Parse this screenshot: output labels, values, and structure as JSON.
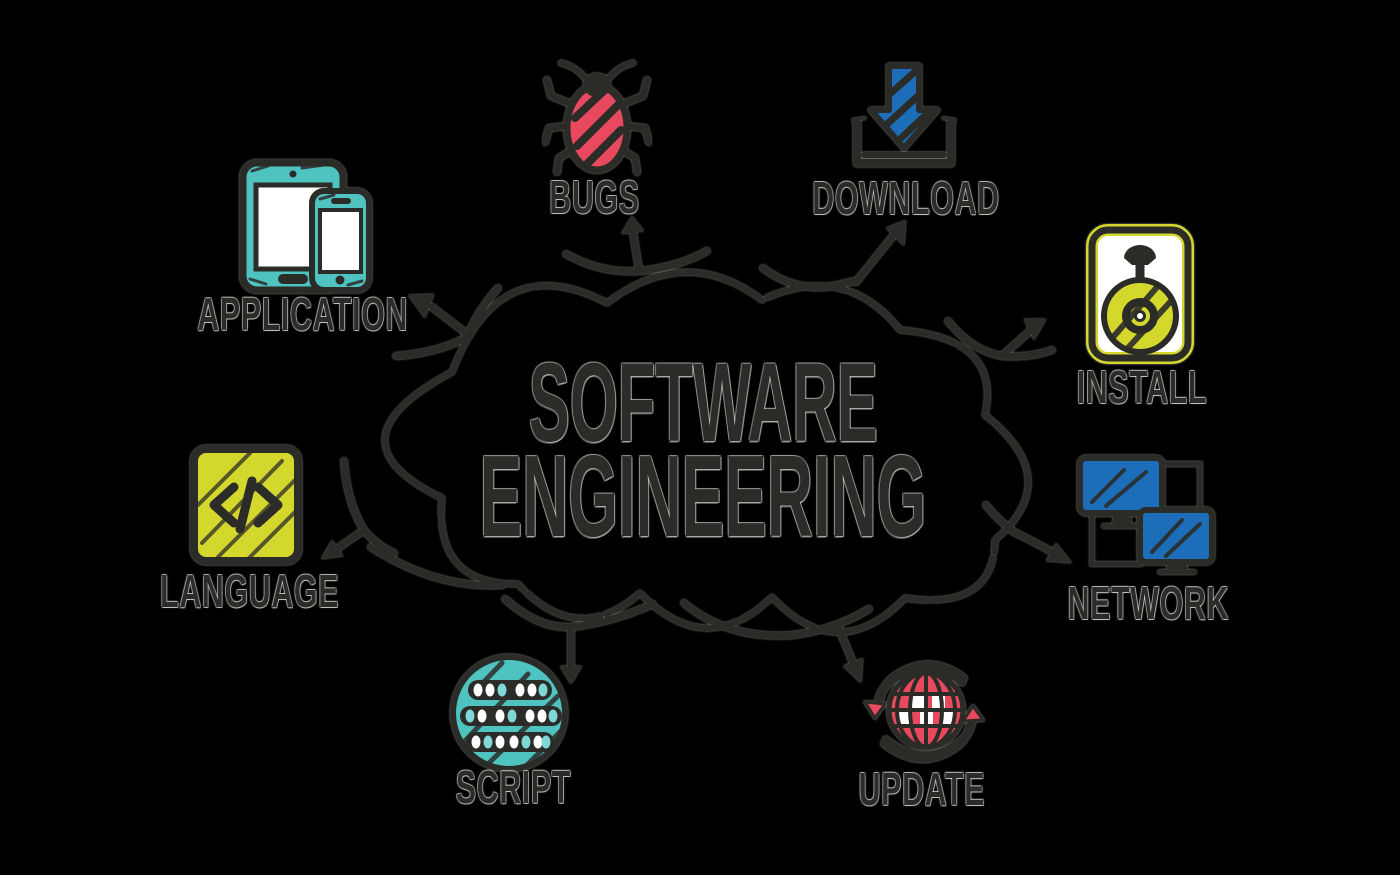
{
  "title": {
    "line1": "SOFTWARE",
    "line2": "ENGINEERING"
  },
  "nodes": {
    "application": {
      "label": "APPLICATION",
      "icon": "tablet-phone-icon"
    },
    "bugs": {
      "label": "BUGS",
      "icon": "bug-icon"
    },
    "download": {
      "label": "DOWNLOAD",
      "icon": "download-tray-icon"
    },
    "install": {
      "label": "INSTALL",
      "icon": "disk-drive-icon"
    },
    "network": {
      "label": "NETWORK",
      "icon": "computers-network-icon"
    },
    "update": {
      "label": "UPDATE",
      "icon": "globe-refresh-icon"
    },
    "script": {
      "label": "SCRIPT",
      "icon": "binary-circle-icon"
    },
    "language": {
      "label": "LANGUAGE",
      "icon": "code-brackets-icon"
    }
  },
  "colors": {
    "ink": "#2b2b28",
    "teal": "#4fc3c0",
    "pink_red": "#e8495f",
    "blue": "#1d6eb8",
    "yellow_green": "#d5d82c",
    "background": "#000000",
    "white": "#ffffff"
  }
}
